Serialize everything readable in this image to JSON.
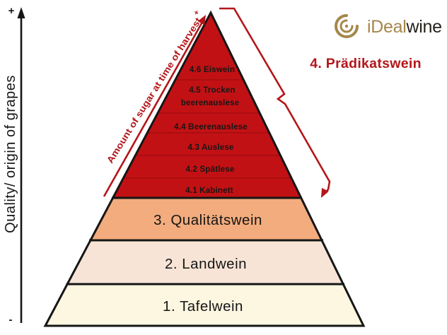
{
  "brand": {
    "logo_text_gold": "iDeal",
    "logo_text_dark": "wine"
  },
  "axis": {
    "label": "Quality/ origin of grapes",
    "plus": "+",
    "minus": "-"
  },
  "sugar_annotation": {
    "label": "Amount of sugar at time of harvest",
    "plus": "+"
  },
  "pradikatswein_heading": "4. Prädikatswein",
  "pyramid": {
    "levels": [
      {
        "label": "1. Tafelwein"
      },
      {
        "label": "2. Landwein"
      },
      {
        "label": "3. Qualitätswein"
      }
    ],
    "sublevels": [
      {
        "label": "4.1 Kabinett"
      },
      {
        "label": "4.2 Spätlese"
      },
      {
        "label": "4.3 Auslese"
      },
      {
        "label": "4.4 Beerenauslese"
      },
      {
        "label": "4.5 Trocken",
        "label_line2": "beerenauslese"
      },
      {
        "label": "4.6 Eiswein"
      }
    ]
  },
  "colors": {
    "pradikatswein_red": "#c21114",
    "sublevel_divider_red": "#9c0d10",
    "qualitatswein_orange": "#f3ac7d",
    "landwein_pink": "#f8e4d6",
    "tafelwein_cream": "#fdf6e0",
    "accent_red": "#b3161a",
    "outline_black": "#161616",
    "logo_gold": "#a5874b",
    "logo_dark": "#26221e"
  }
}
